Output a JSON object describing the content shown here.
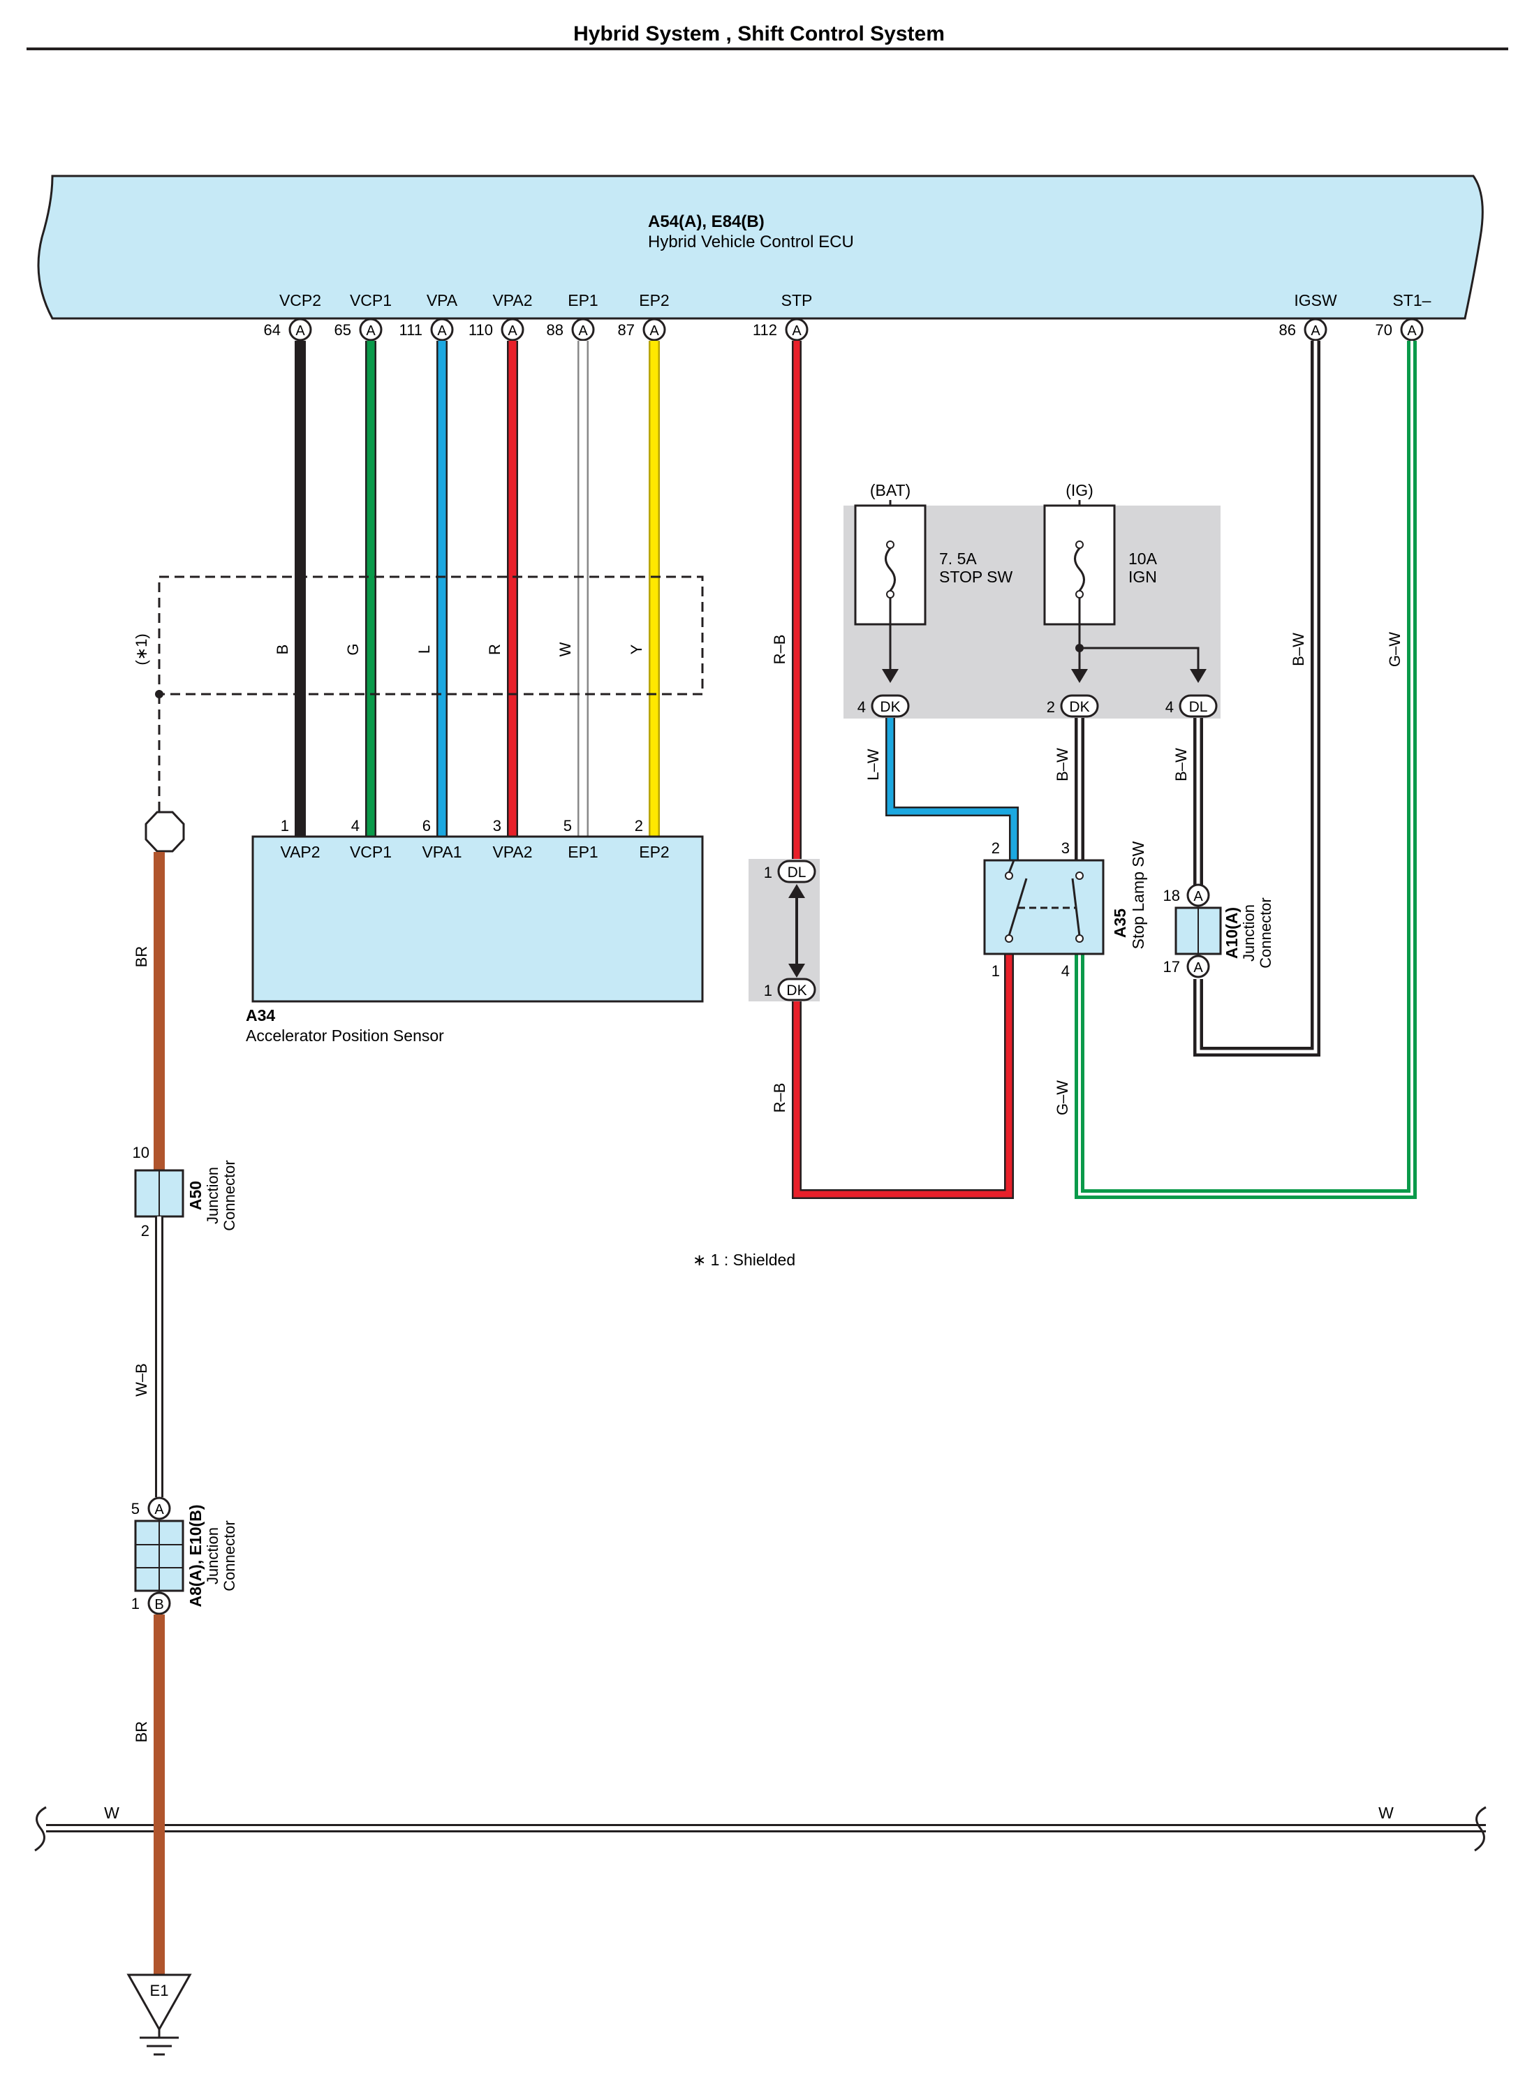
{
  "page_title": "Hybrid System , Shift Control System",
  "ecu": {
    "code": "A54(A), E84(B)",
    "name": "Hybrid Vehicle Control ECU",
    "terminals": [
      {
        "label": "VCP2",
        "pin": "64",
        "conn": "A"
      },
      {
        "label": "VCP1",
        "pin": "65",
        "conn": "A"
      },
      {
        "label": "VPA",
        "pin": "111",
        "conn": "A"
      },
      {
        "label": "VPA2",
        "pin": "110",
        "conn": "A"
      },
      {
        "label": "EP1",
        "pin": "88",
        "conn": "A"
      },
      {
        "label": "EP2",
        "pin": "87",
        "conn": "A"
      },
      {
        "label": "STP",
        "pin": "112",
        "conn": "A"
      },
      {
        "label": "IGSW",
        "pin": "86",
        "conn": "A"
      },
      {
        "label": "ST1–",
        "pin": "70",
        "conn": "A"
      }
    ]
  },
  "sensor": {
    "code": "A34",
    "name": "Accelerator Position Sensor",
    "terminals": [
      {
        "label": "VAP2",
        "pin": "1"
      },
      {
        "label": "VCP1",
        "pin": "4"
      },
      {
        "label": "VPA1",
        "pin": "6"
      },
      {
        "label": "VPA2",
        "pin": "3"
      },
      {
        "label": "EP1",
        "pin": "5"
      },
      {
        "label": "EP2",
        "pin": "2"
      }
    ]
  },
  "sensor_wires": [
    {
      "color_code": "B",
      "color": "#231f20"
    },
    {
      "color_code": "G",
      "color": "#0a9a4a"
    },
    {
      "color_code": "L",
      "color": "#1ca8e0"
    },
    {
      "color_code": "R",
      "color": "#e8202a"
    },
    {
      "color_code": "W",
      "color": "#ffffff"
    },
    {
      "color_code": "Y",
      "color": "#ffe800"
    }
  ],
  "shield_note_ref": "(∗1)",
  "shield_note": "∗ 1 : Shielded",
  "fuses": [
    {
      "source": "(BAT)",
      "rating": "7. 5A",
      "name": "STOP SW"
    },
    {
      "source": "(IG)",
      "rating": "10A",
      "name": "IGN"
    }
  ],
  "connectors": {
    "dk4": {
      "pin": "4",
      "conn": "DK"
    },
    "dk2": {
      "pin": "2",
      "conn": "DK"
    },
    "dl4": {
      "pin": "4",
      "conn": "DL"
    },
    "dl1": {
      "pin": "1",
      "conn": "DL"
    },
    "dk1": {
      "pin": "1",
      "conn": "DK"
    }
  },
  "stop_lamp_sw": {
    "code": "A35",
    "name": "Stop Lamp SW",
    "pins": [
      "2",
      "3",
      "1",
      "4"
    ]
  },
  "a10": {
    "code": "A10(A)",
    "name_line1": "Junction",
    "name_line2": "Connector",
    "pin_top": "18",
    "pin_bottom": "17",
    "conn": "A"
  },
  "a50": {
    "code": "A50",
    "name_line1": "Junction",
    "name_line2": "Connector",
    "pin_top": "10",
    "pin_bottom": "2"
  },
  "a8": {
    "code": "A8(A), E10(B)",
    "name_line1": "Junction",
    "name_line2": "Connector",
    "pin_top": "5",
    "conn_top": "A",
    "pin_bottom": "1",
    "conn_bottom": "B"
  },
  "wire_codes": {
    "stp_top": "R–B",
    "stp_bottom": "R–B",
    "lw": "L–W",
    "bw_sw": "B–W",
    "bw_dl": "B–W",
    "igsw": "B–W",
    "st1": "G–W",
    "gw": "G–W",
    "br_top": "BR",
    "wb": "W–B",
    "br_bottom": "BR",
    "bus_left": "W",
    "bus_right": "W"
  },
  "ground": {
    "label": "E1"
  },
  "colors": {
    "ecu_fill": "#c6e9f6",
    "fuse_panel": "#d6d6d8",
    "red": "#e8202a",
    "blue": "#1ca8e0",
    "green": "#0a9a4a",
    "black": "#231f20",
    "brown": "#b0552d"
  }
}
